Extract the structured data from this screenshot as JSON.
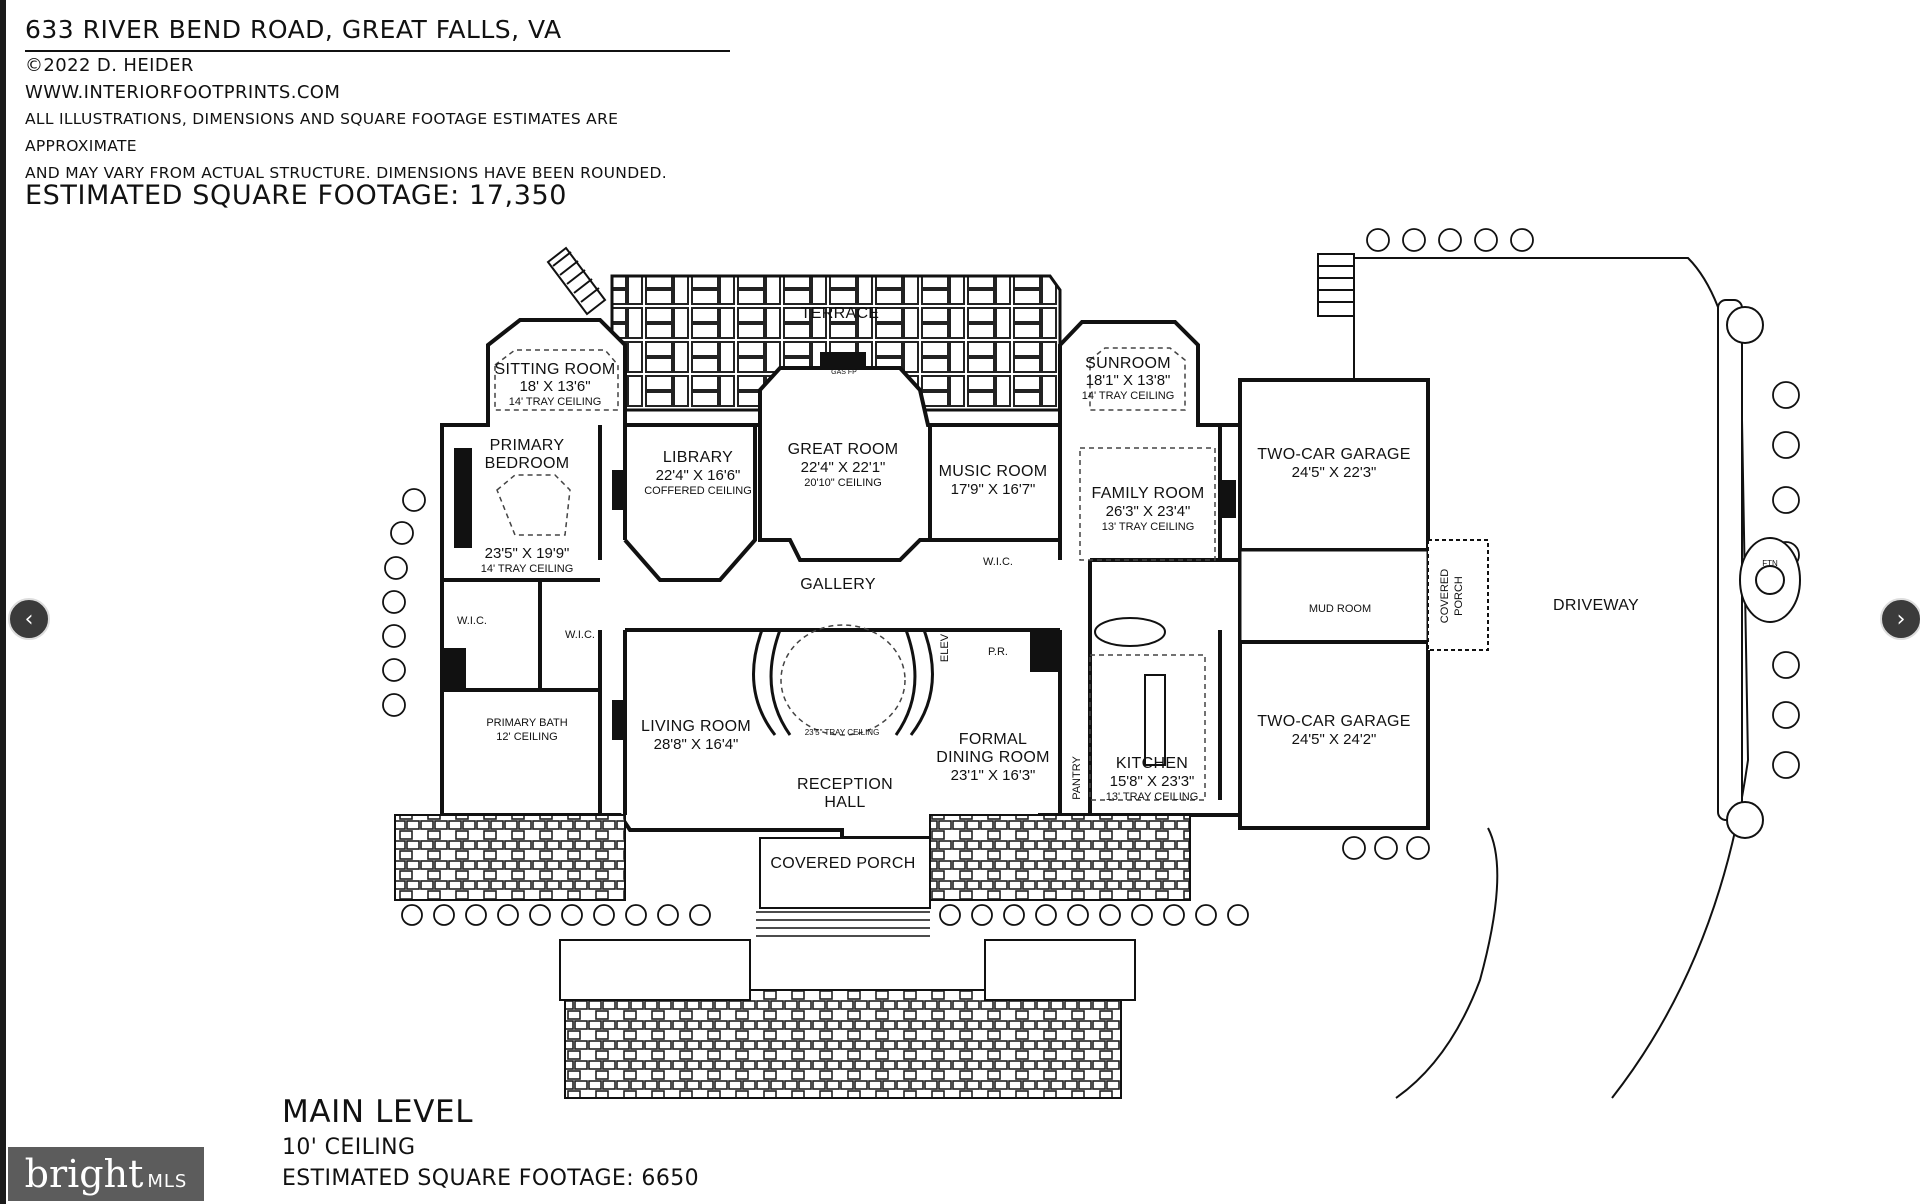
{
  "header": {
    "address": "633 RIVER BEND ROAD, GREAT FALLS, VA",
    "copyright": "©2022 D. HEIDER",
    "website": "WWW.INTERIORFOOTPRINTS.COM",
    "disclaimer_line1": "ALL ILLUSTRATIONS, DIMENSIONS AND SQUARE FOOTAGE ESTIMATES ARE APPROXIMATE",
    "disclaimer_line2": "AND MAY VARY FROM ACTUAL STRUCTURE. DIMENSIONS HAVE BEEN ROUNDED.",
    "total_sqft": "ESTIMATED SQUARE FOOTAGE: 17,350"
  },
  "level": {
    "name": "MAIN LEVEL",
    "ceiling": "10' CEILING",
    "sqft": "ESTIMATED SQUARE FOOTAGE: 6650"
  },
  "rooms": {
    "terrace": "TERRACE",
    "sitting_room": {
      "name": "SITTING ROOM",
      "dim": "18' X 13'6\"",
      "note": "14' TRAY CEILING"
    },
    "sunroom": {
      "name": "SUNROOM",
      "dim": "18'1\" X 13'8\"",
      "note": "14' TRAY CEILING"
    },
    "primary_bedroom": {
      "name1": "PRIMARY",
      "name2": "BEDROOM",
      "dim": "23'5\" X 19'9\"",
      "note": "14' TRAY CEILING"
    },
    "library": {
      "name": "LIBRARY",
      "dim": "22'4\" X 16'6\"",
      "note": "COFFERED CEILING"
    },
    "great_room": {
      "name": "GREAT ROOM",
      "dim": "22'4\" X 22'1\"",
      "note": "20'10\" CEILING"
    },
    "music_room": {
      "name": "MUSIC ROOM",
      "dim": "17'9\" X 16'7\""
    },
    "family_room": {
      "name": "FAMILY ROOM",
      "dim": "26'3\" X 23'4\"",
      "note": "13' TRAY CEILING"
    },
    "garage_top": {
      "name": "TWO-CAR GARAGE",
      "dim": "24'5\" X 22'3\""
    },
    "garage_bottom": {
      "name": "TWO-CAR GARAGE",
      "dim": "24'5\" X 24'2\""
    },
    "gallery": "GALLERY",
    "mud_room": "MUD ROOM",
    "covered_porch_side1": "COVERED",
    "covered_porch_side2": "PORCH",
    "driveway": "DRIVEWAY",
    "wic": "W.I.C.",
    "wic2": "W.I.C.",
    "wic3": "W.I.C.",
    "primary_bath": {
      "name": "PRIMARY BATH",
      "note": "12' CEILING"
    },
    "living_room": {
      "name": "LIVING ROOM",
      "dim": "28'8\" X 16'4\""
    },
    "reception_hall": {
      "name1": "RECEPTION",
      "name2": "HALL",
      "note": "23'5\" TRAY CEILING"
    },
    "formal_dining": {
      "name1": "FORMAL",
      "name2": "DINING ROOM",
      "dim": "23'1\" X 16'3\""
    },
    "kitchen": {
      "name": "KITCHEN",
      "dim": "15'8\" X 23'3\"",
      "note": "13' TRAY CEILING"
    },
    "pantry": "PANTRY",
    "powder_room": "P.R.",
    "elevator": "ELEV",
    "covered_porch_front": "COVERED PORCH",
    "gas_fp": "GAS FP",
    "fountain": "FTN"
  },
  "brand": {
    "logo": "bright",
    "suffix": "MLS"
  },
  "nav": {
    "prev": "‹",
    "next": "›"
  }
}
